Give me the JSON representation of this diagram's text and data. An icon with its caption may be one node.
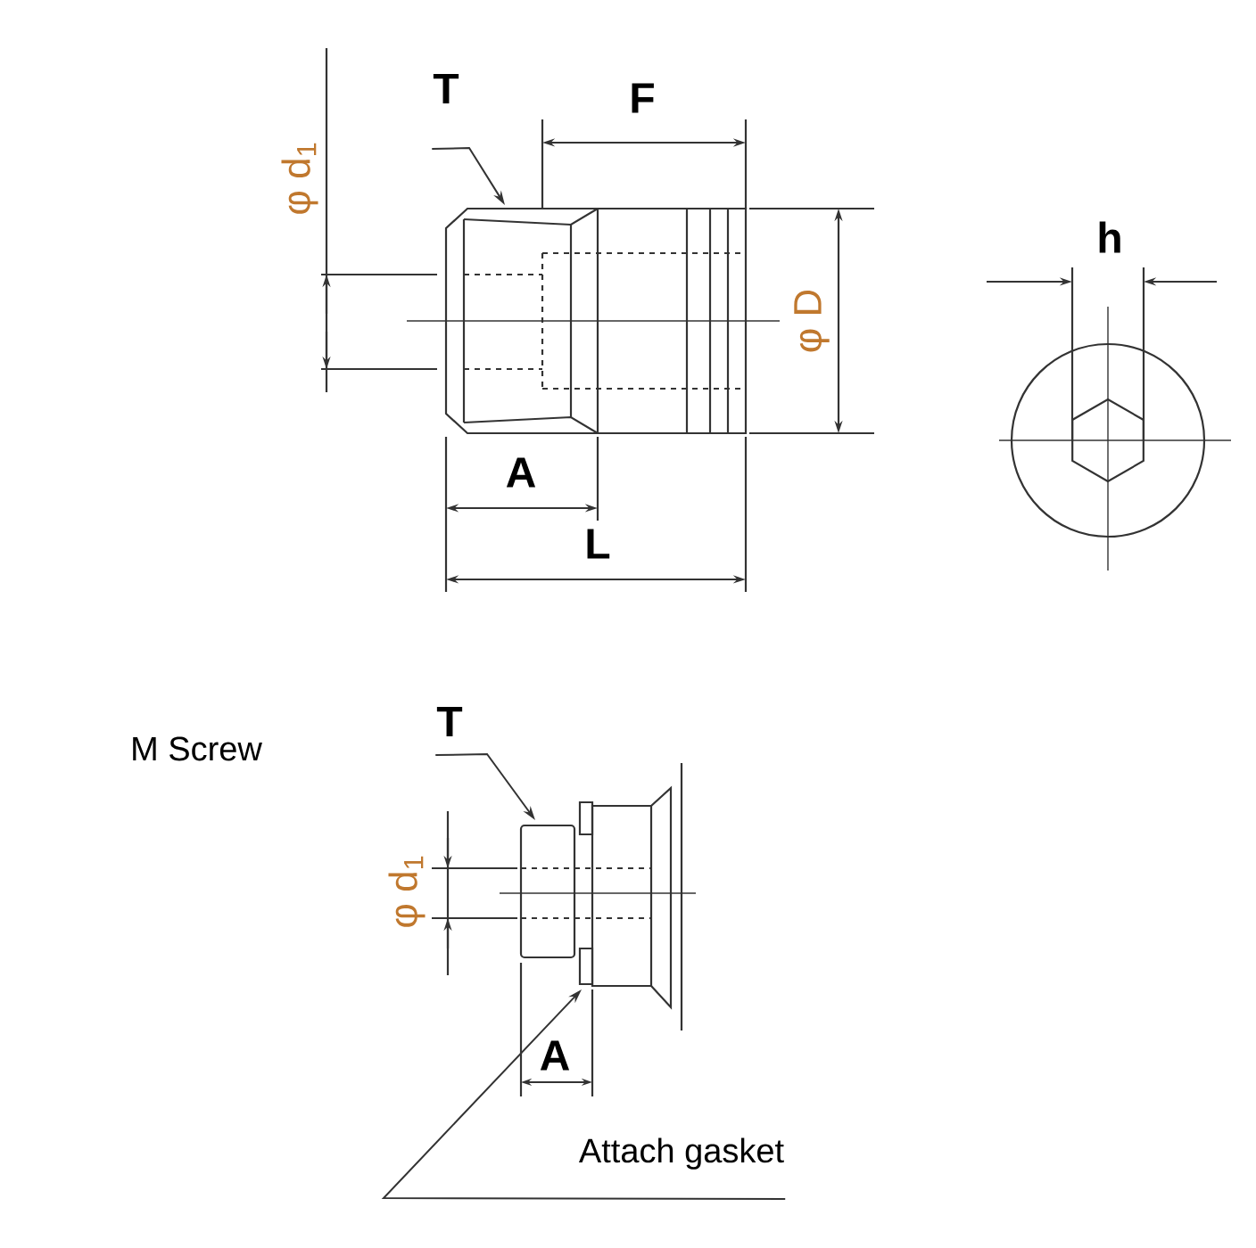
{
  "diagram": {
    "nodes": [
      {
        "text": [
          "T"
        ]
      },
      {
        "text": [
          "T"
        ]
      },
      {
        "text": [
          "Attach gasket"
        ]
      }
    ],
    "edges": [
      {
        "from": 0,
        "to": null,
        "arrow": "to"
      },
      {
        "from": 1,
        "to": null,
        "arrow": "to"
      },
      {
        "from": 2,
        "to": null,
        "arrow": "to"
      }
    ],
    "labels": [
      "φ d$_{1}$",
      "F",
      "φ D",
      "h",
      "A",
      "L",
      "M Screw",
      "φ d$_{1}$",
      "A"
    ]
  }
}
